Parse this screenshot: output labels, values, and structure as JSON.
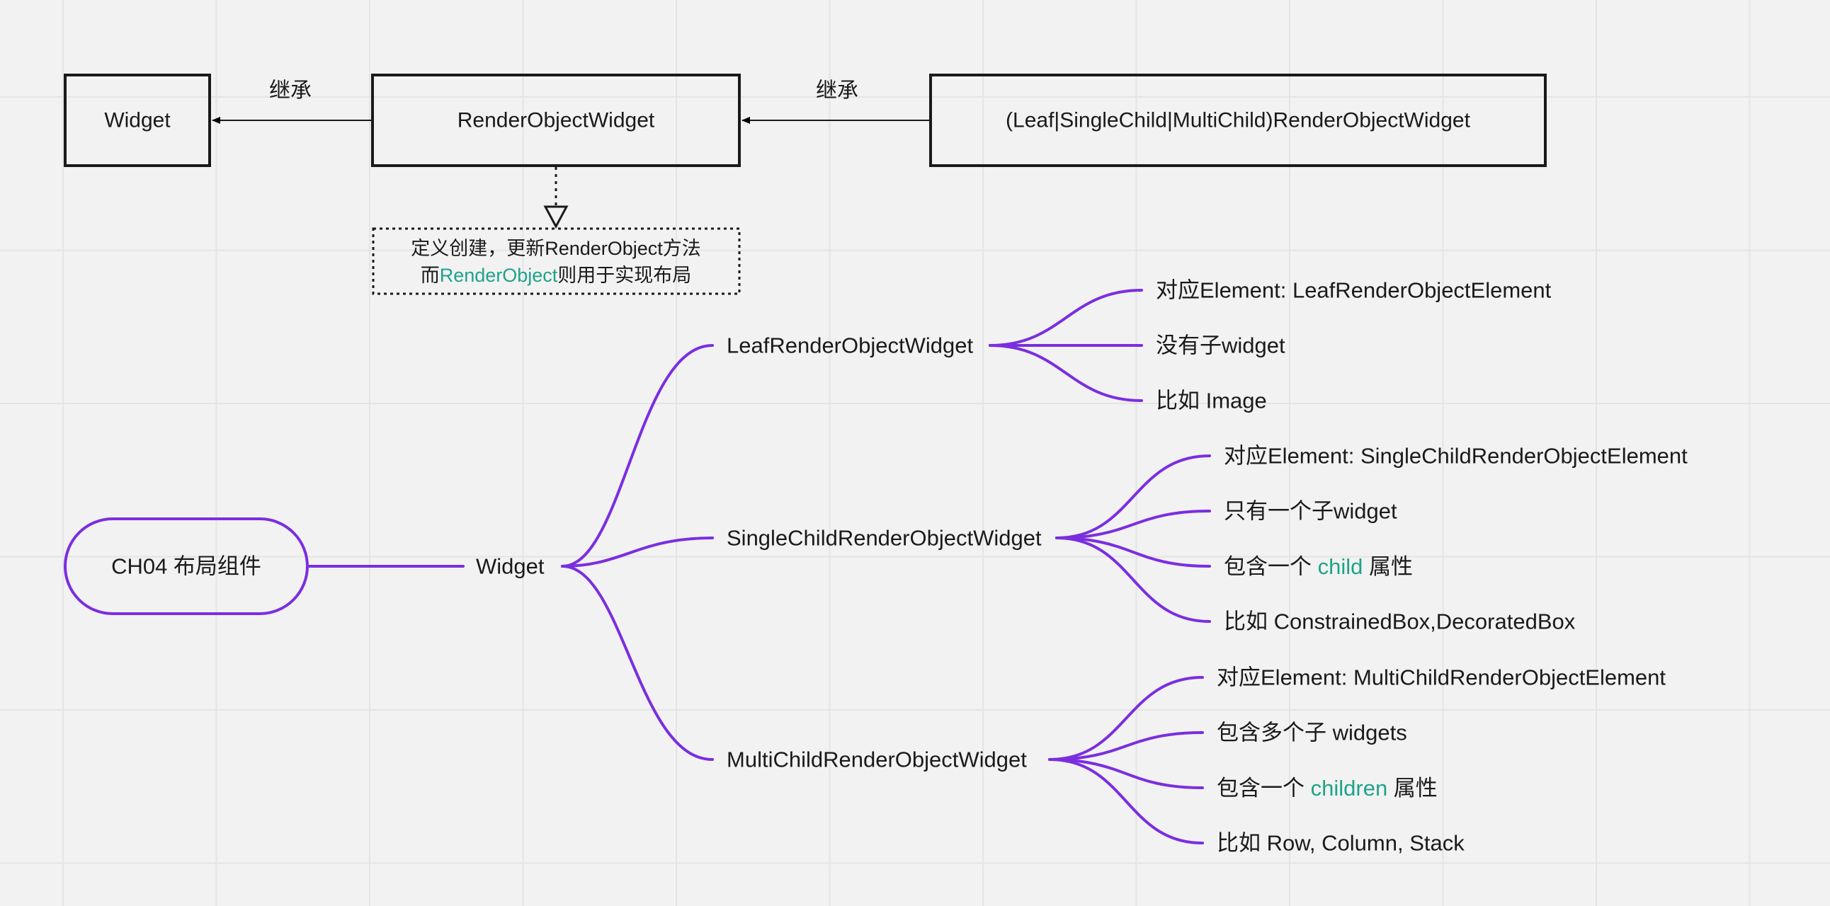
{
  "inheritance": {
    "widget_label": "Widget",
    "render_object_widget_label": "RenderObjectWidget",
    "subclass_label": "(Leaf|SingleChild|MultiChild)RenderObjectWidget",
    "inherit_label_left": "继承",
    "inherit_label_right": "继承",
    "note": {
      "line1": "定义创建，更新RenderObject方法",
      "line2_prefix": "而",
      "line2_highlight": "RenderObject",
      "line2_suffix": "则用于实现布局"
    }
  },
  "mindmap": {
    "root": "CH04 布局组件",
    "center": "Widget",
    "branches": [
      {
        "label": "LeafRenderObjectWidget",
        "children": [
          {
            "text": "对应Element: LeafRenderObjectElement"
          },
          {
            "text": "没有子widget"
          },
          {
            "text": "比如 Image"
          }
        ]
      },
      {
        "label": "SingleChildRenderObjectWidget",
        "children": [
          {
            "text": "对应Element: SingleChildRenderObjectElement"
          },
          {
            "text": "只有一个子widget"
          },
          {
            "prefix": "包含一个 ",
            "highlight": "child",
            "suffix": " 属性"
          },
          {
            "text": "比如 ConstrainedBox,DecoratedBox"
          }
        ]
      },
      {
        "label": "MultiChildRenderObjectWidget",
        "children": [
          {
            "text": "对应Element: MultiChildRenderObjectElement"
          },
          {
            "text": "包含多个子 widgets"
          },
          {
            "prefix": "包含一个 ",
            "highlight": "children",
            "suffix": " 属性"
          },
          {
            "text": "比如 Row, Column, Stack"
          }
        ]
      }
    ]
  },
  "colors": {
    "branch": "#7b2ee0",
    "highlight": "#1fa38a",
    "ink": "#1a1a1a",
    "background": "#f2f2f2"
  }
}
